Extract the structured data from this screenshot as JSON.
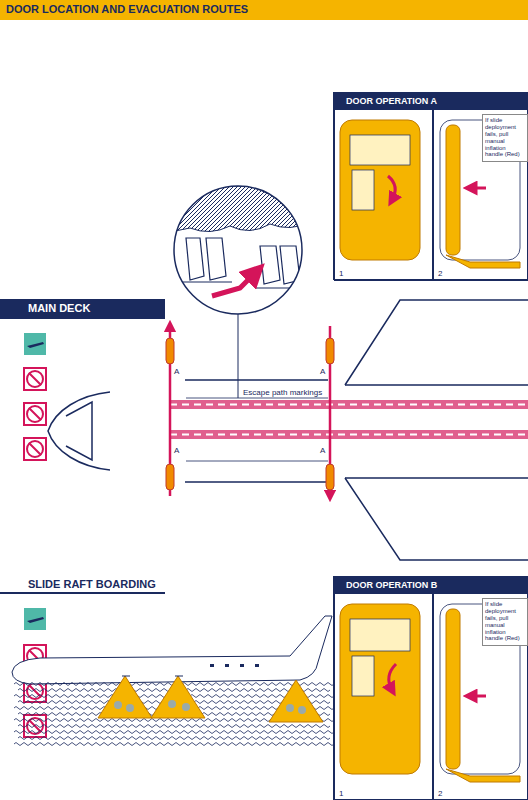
{
  "diagram": {
    "title": "DOOR LOCATION AND EVACUATION ROUTES",
    "nodes": [
      {
        "text": [
          "DOOR OPERATION A"
        ]
      },
      {
        "text": [
          "1"
        ],
        "in": 0
      },
      {
        "text": [
          "2"
        ],
        "in": 0
      },
      {
        "text": [
          "If slide deployment fails, pull manual inflation handle (Red)"
        ],
        "in": 2
      },
      {
        "text": [
          "MAIN DECK"
        ]
      },
      {
        "text": [
          "SLIDE RAFT BOARDING"
        ]
      },
      {
        "text": [
          "DOOR OPERATION B"
        ]
      },
      {
        "text": [
          "1"
        ],
        "in": 6
      },
      {
        "text": [
          "2"
        ],
        "in": 6
      },
      {
        "text": [
          "If slide deployment fails, pull manual inflation handle (Red)"
        ],
        "in": 8
      }
    ],
    "labels": [
      "A",
      "A",
      "Escape path markings",
      "A",
      "A"
    ]
  }
}
